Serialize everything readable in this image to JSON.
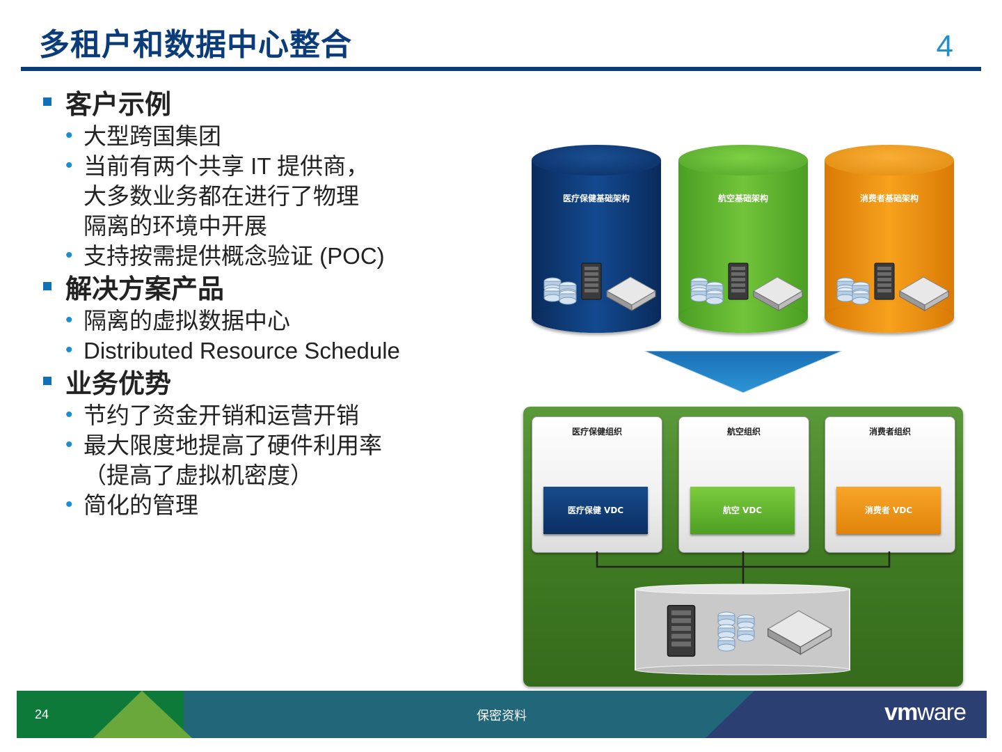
{
  "slide": {
    "title": "多租户和数据中心整合",
    "number": "4"
  },
  "bullets": [
    {
      "heading": "客户示例",
      "items": [
        [
          "大型跨国集团"
        ],
        [
          "当前有两个共享 IT 提供商，",
          "大多数业务都在进行了物理",
          "隔离的环境中开展"
        ],
        [
          "支持按需提供概念验证 (POC)"
        ]
      ]
    },
    {
      "heading": "解决方案产品",
      "items": [
        [
          "隔离的虚拟数据中心"
        ],
        [
          "Distributed Resource Schedule"
        ]
      ]
    },
    {
      "heading": "业务优势",
      "items": [
        [
          "节约了资金开销和运营开销"
        ],
        [
          "最大限度地提高了硬件利用率",
          "（提高了虚拟机密度）"
        ],
        [
          "简化的管理"
        ]
      ]
    }
  ],
  "diagram": {
    "infrastructures": [
      {
        "label": "医疗保健基础架构",
        "color": "#134a8f"
      },
      {
        "label": "航空基础架构",
        "color": "#72c43a"
      },
      {
        "label": "消费者基础架构",
        "color": "#f7a11c"
      }
    ],
    "orgs": [
      {
        "label": "医疗保健组织",
        "vdc": "医疗保健 VDC"
      },
      {
        "label": "航空组织",
        "vdc": "航空 VDC"
      },
      {
        "label": "消费者组织",
        "vdc": "消费者 VDC"
      }
    ]
  },
  "footer": {
    "page": "24",
    "confidential": "保密资料",
    "logo_bold": "vm",
    "logo_light": "ware"
  }
}
